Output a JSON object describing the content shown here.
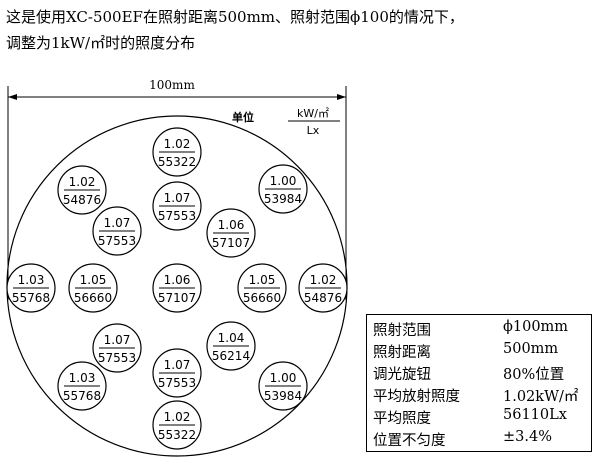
{
  "caption": {
    "line1": "这是使用XC-500EF在照射距离500mm、照射范围ϕ100的情况下，",
    "line2": "调整为1kW/㎡时的照度分布"
  },
  "dimension": {
    "label": "100mm"
  },
  "unit": {
    "label": "单位",
    "top": "kW/㎡",
    "bottom": "Lx"
  },
  "points": [
    {
      "id": "p1",
      "irradiance": "1.02",
      "illuminance": "55322"
    },
    {
      "id": "p2",
      "irradiance": "1.02",
      "illuminance": "54876"
    },
    {
      "id": "p3",
      "irradiance": "1.07",
      "illuminance": "57553"
    },
    {
      "id": "p4",
      "irradiance": "1.00",
      "illuminance": "53984"
    },
    {
      "id": "p5",
      "irradiance": "1.07",
      "illuminance": "57553"
    },
    {
      "id": "p6",
      "irradiance": "1.06",
      "illuminance": "57107"
    },
    {
      "id": "p7",
      "irradiance": "1.03",
      "illuminance": "55768"
    },
    {
      "id": "p8",
      "irradiance": "1.05",
      "illuminance": "56660"
    },
    {
      "id": "p9",
      "irradiance": "1.06",
      "illuminance": "57107"
    },
    {
      "id": "p10",
      "irradiance": "1.05",
      "illuminance": "56660"
    },
    {
      "id": "p11",
      "irradiance": "1.02",
      "illuminance": "54876"
    },
    {
      "id": "p12",
      "irradiance": "1.07",
      "illuminance": "57553"
    },
    {
      "id": "p13",
      "irradiance": "1.04",
      "illuminance": "56214"
    },
    {
      "id": "p14",
      "irradiance": "1.03",
      "illuminance": "55768"
    },
    {
      "id": "p15",
      "irradiance": "1.07",
      "illuminance": "57553"
    },
    {
      "id": "p16",
      "irradiance": "1.00",
      "illuminance": "53984"
    },
    {
      "id": "p17",
      "irradiance": "1.02",
      "illuminance": "55322"
    }
  ],
  "specs": [
    {
      "label": "照射范围",
      "value": "ϕ100mm"
    },
    {
      "label": "照射距离",
      "value": "500mm"
    },
    {
      "label": "调光旋钮",
      "value": "80%位置"
    },
    {
      "label": "平均放射照度",
      "value": "1.02kW/㎡"
    },
    {
      "label": "平均照度",
      "value": "56110Lx"
    },
    {
      "label": "位置不匀度",
      "value": "±3.4%"
    }
  ]
}
